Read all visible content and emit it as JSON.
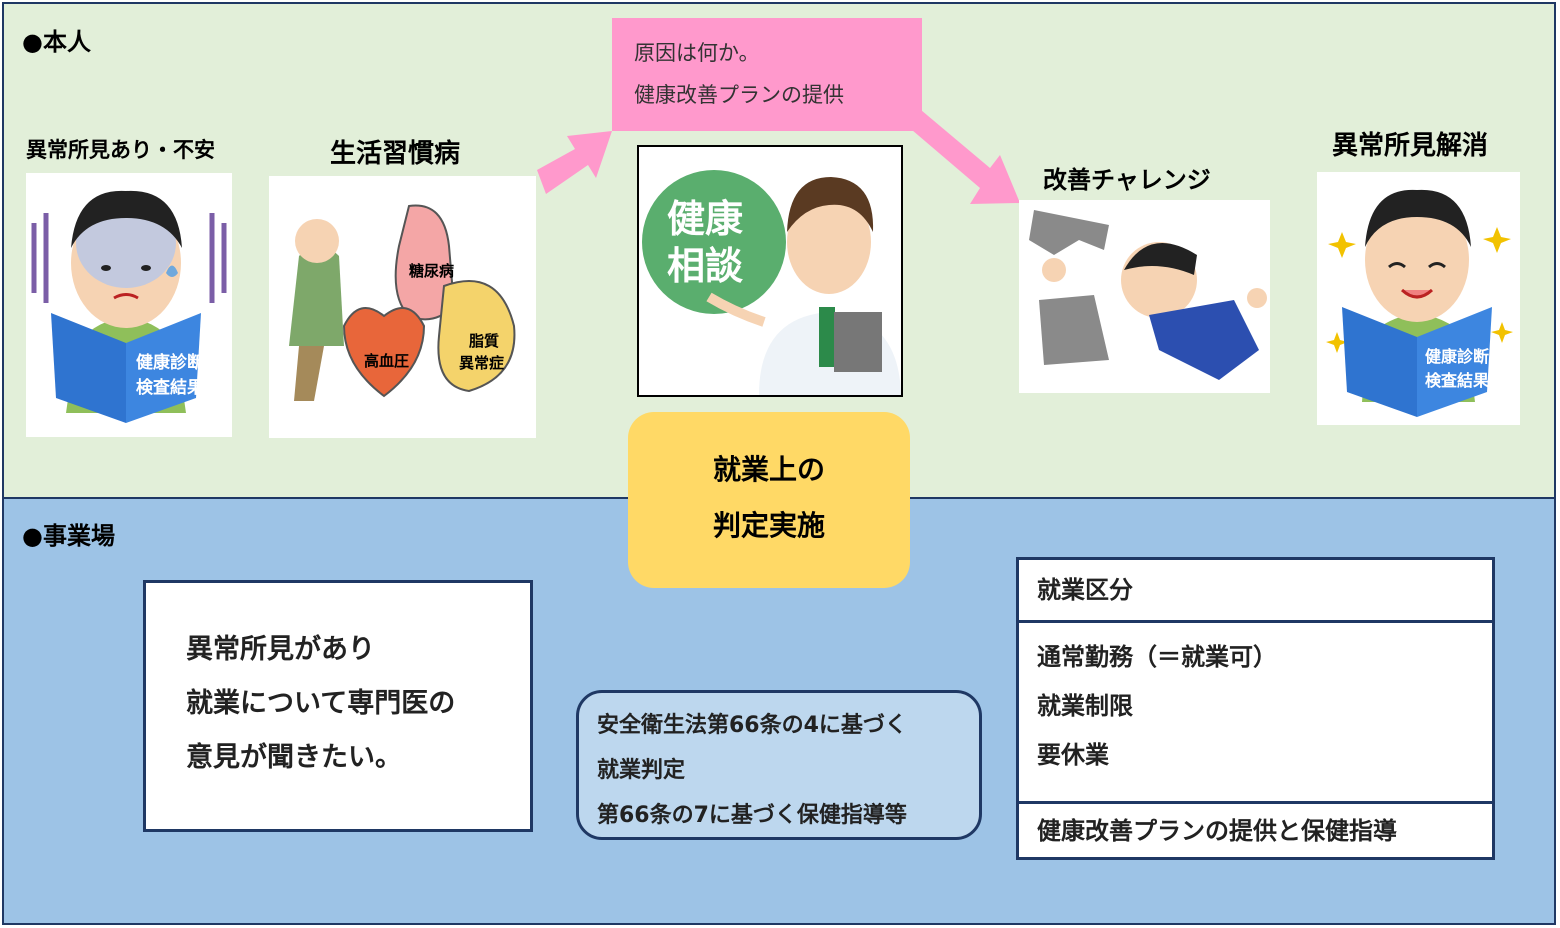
{
  "top_section": {
    "title": "●本人",
    "stage1_label": "異常所見あり・不安",
    "stage2_label": "生活習慣病",
    "stage3_label": "改善チャレンジ",
    "stage4_label": "異常所見解消",
    "consult_lines": [
      "原因は何か。",
      "健康改善プランの提供"
    ],
    "consult_sign": [
      "健康",
      "相談"
    ],
    "book_text": [
      "健康診断",
      "検査結果"
    ],
    "disease_blobs": [
      "糖尿病",
      "高血圧",
      "脂質",
      "異常症"
    ]
  },
  "bottom_section": {
    "title": "●事業場",
    "request_lines": [
      "異常所見があり",
      "就業について専門医の",
      "意見が聞きたい。"
    ],
    "judgment_lines": [
      "就業上の",
      "判定実施"
    ],
    "law_lines": [
      "安全衛生法第66条の4に基づく",
      "就業判定",
      "第66条の7に基づく保健指導等"
    ],
    "classification": {
      "header": "就業区分",
      "items": [
        "通常勤務（＝就業可）",
        "就業制限",
        "要休業"
      ],
      "footer": "健康改善プランの提供と保健指導"
    }
  },
  "colors": {
    "top_bg": "#e2efd9",
    "bottom_bg": "#9dc3e6",
    "pink_arrow": "#ff99cc",
    "yellow_arrow": "#ffd966",
    "border": "#1f3864"
  }
}
